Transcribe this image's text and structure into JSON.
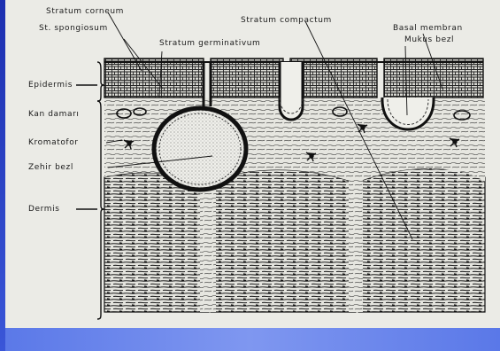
{
  "labels": {
    "stratum_corneum": "Stratum corneum",
    "st_spongiosum": "St. spongiosum",
    "stratum_germinativum": "Stratum germinativum",
    "stratum_compactum": "Stratum compactum",
    "basal_membran": "Basal membran",
    "mukus_bezl": "Mukus bezl",
    "epidermis": "Epidermis",
    "kan_damari": "Kan damarı",
    "kromatofor": "Kromatofor",
    "zehir_bezl": "Zehir bezl",
    "dermis": "Dermis"
  },
  "colors": {
    "ink": "#1a1a1a",
    "paper": "#ebebe6",
    "slide_background": "#6f89ee",
    "sidebar": "#2a3fc4"
  }
}
